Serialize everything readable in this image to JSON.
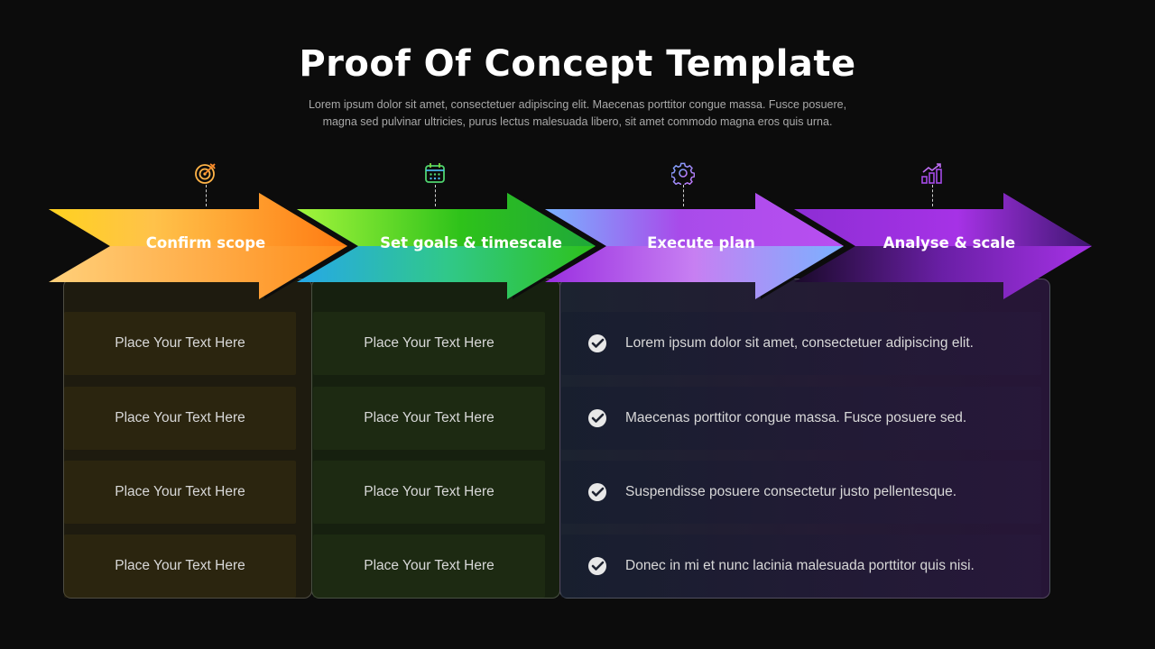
{
  "header": {
    "title": "Proof Of Concept Template",
    "subtitle_line1": "Lorem ipsum dolor sit amet, consectetuer adipiscing elit. Maecenas porttitor congue massa. Fusce posuere,",
    "subtitle_line2": "magna sed pulvinar ultricies, purus lectus malesuada libero, sit amet commodo magna eros quis urna."
  },
  "steps": [
    {
      "label": "Confirm scope",
      "icon": "target-icon",
      "color": "#ff9a2e"
    },
    {
      "label": "Set goals & timescale",
      "icon": "calendar-icon",
      "color": "#3ecf3e"
    },
    {
      "label": "Execute plan",
      "icon": "gear-icon",
      "color": "#b66ff0"
    },
    {
      "label": "Analyse & scale",
      "icon": "growth-chart-icon",
      "color": "#9b2fd6"
    }
  ],
  "col1": [
    "Place Your Text Here",
    "Place Your Text Here",
    "Place Your Text Here",
    "Place Your Text Here"
  ],
  "col2": [
    "Place Your Text Here",
    "Place Your Text Here",
    "Place Your Text Here",
    "Place Your Text Here"
  ],
  "checklist": [
    "Lorem ipsum dolor sit amet, consectetuer adipiscing elit.",
    "Maecenas porttitor congue massa. Fusce posuere sed.",
    "Suspendisse posuere consectetur justo pellentesque.",
    "Donec in mi et nunc lacinia malesuada porttitor quis nisi."
  ],
  "colors": {
    "background": "#0c0c0c",
    "orange": "#ff8c1a",
    "yellow": "#ffd21f",
    "green": "#2ec21a",
    "lime": "#8ef23a",
    "blue": "#7aa8ff",
    "purple": "#a63be8",
    "violet": "#5a1a8a"
  }
}
